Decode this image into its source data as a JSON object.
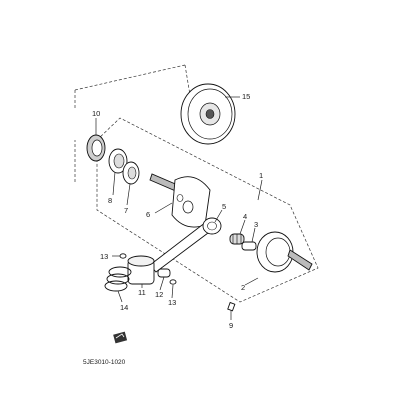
{
  "diagram": {
    "code": "5JE3010-1020",
    "callouts": {
      "c1": "1",
      "c2": "2",
      "c3": "3",
      "c4": "4",
      "c5": "5",
      "c6": "6",
      "c7": "7",
      "c8": "8",
      "c9": "9",
      "c10": "10",
      "c11": "11",
      "c12": "12",
      "c13a": "13",
      "c13b": "13",
      "c14": "14",
      "c15": "15"
    },
    "colors": {
      "line": "#222222",
      "part_fill": "#ffffff",
      "shade": "#cfcfcf",
      "dark": "#555555"
    }
  }
}
